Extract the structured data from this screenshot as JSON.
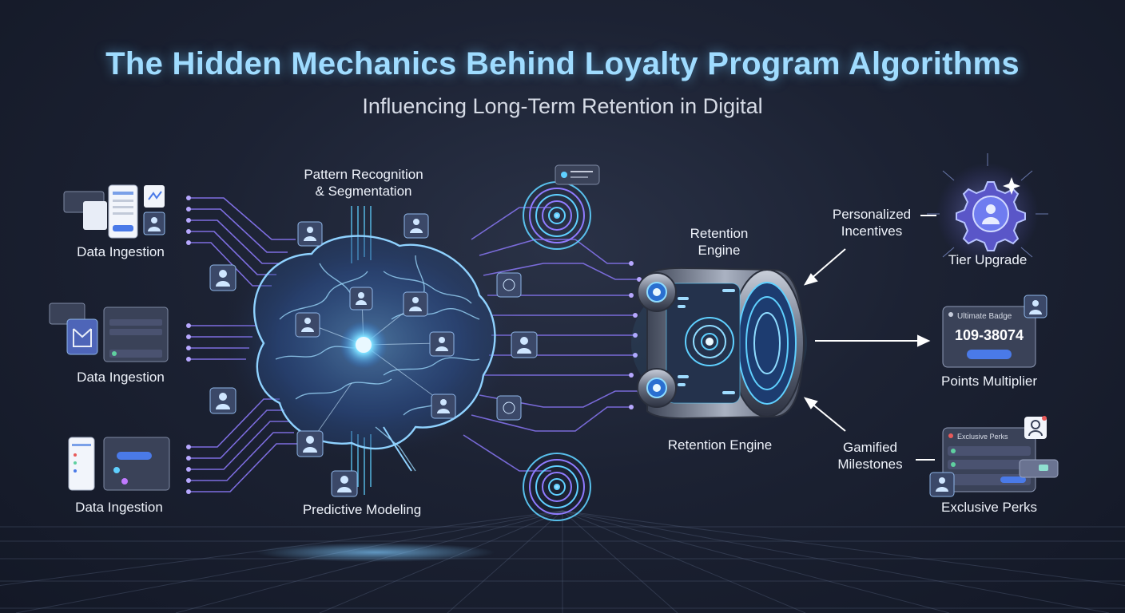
{
  "header": {
    "title": "The Hidden Mechanics Behind Loyalty Program Algorithms",
    "subtitle": "Influencing Long-Term Retention in Digital"
  },
  "inputs": [
    {
      "label": "Data Ingestion"
    },
    {
      "label": "Data Ingestion"
    },
    {
      "label": "Data Ingestion"
    }
  ],
  "brain": {
    "top_label_line1": "Pattern Recognition",
    "top_label_line2": "& Segmentation",
    "bottom_label": "Predictive Modeling"
  },
  "engine": {
    "top_label_line1": "Retention",
    "top_label_line2": "Engine",
    "bottom_label": "Retention Engine"
  },
  "outputs": {
    "personalized_line1": "Personalized",
    "personalized_line2": "Incentives",
    "tier_upgrade": "Tier Upgrade",
    "points_card_header": "Ultimate Badge",
    "points_value": "109-38074",
    "points_multiplier": "Points Multiplier",
    "gamified_line1": "Gamified",
    "gamified_line2": "Milestones",
    "perks_card_header": "Exclusive Perks",
    "exclusive_perks": "Exclusive Perks"
  },
  "colors": {
    "accent": "#5fd0ff",
    "circuit": "#8f7bff",
    "title": "#9fdcff",
    "background": "#1c2233"
  }
}
